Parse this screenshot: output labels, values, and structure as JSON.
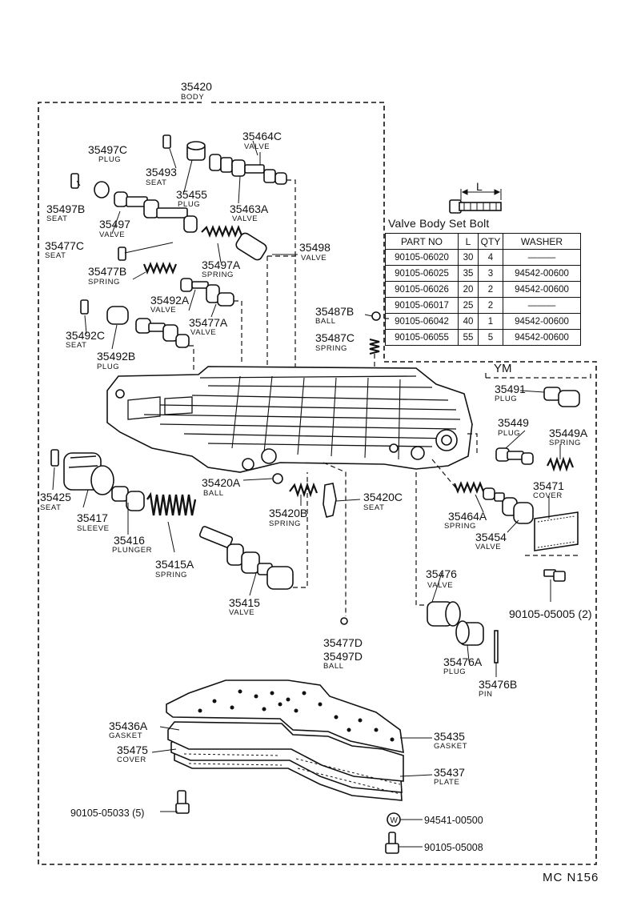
{
  "labels": {
    "body": {
      "pn": "35420",
      "nm": "BODY"
    },
    "p35464C": {
      "pn": "35464C",
      "nm": "VALVE"
    },
    "p35497C": {
      "pn": "35497C",
      "nm": "PLUG"
    },
    "p35493": {
      "pn": "35493",
      "nm": "SEAT"
    },
    "p35455": {
      "pn": "35455",
      "nm": "PLUG"
    },
    "p35463A": {
      "pn": "35463A",
      "nm": "VALVE"
    },
    "p35497B": {
      "pn": "35497B",
      "nm": "SEAT"
    },
    "p35497": {
      "pn": "35497",
      "nm": "VALVE"
    },
    "p35477C": {
      "pn": "35477C",
      "nm": "SEAT"
    },
    "p35498": {
      "pn": "35498",
      "nm": "VALVE"
    },
    "p35497A": {
      "pn": "35497A",
      "nm": "SPRING"
    },
    "p35477B": {
      "pn": "35477B",
      "nm": "SPRING"
    },
    "p35492A": {
      "pn": "35492A",
      "nm": "VALVE"
    },
    "p35477A": {
      "pn": "35477A",
      "nm": "VALVE"
    },
    "p35487B": {
      "pn": "35487B",
      "nm": "BALL"
    },
    "p35487C": {
      "pn": "35487C",
      "nm": "SPRING"
    },
    "p35492C": {
      "pn": "35492C",
      "nm": "SEAT"
    },
    "p35492B": {
      "pn": "35492B",
      "nm": "PLUG"
    },
    "p35491": {
      "pn": "35491",
      "nm": "PLUG"
    },
    "p35449": {
      "pn": "35449",
      "nm": "PLUG"
    },
    "p35449A": {
      "pn": "35449A",
      "nm": "SPRING"
    },
    "p35471": {
      "pn": "35471",
      "nm": "COVER"
    },
    "p35425": {
      "pn": "35425",
      "nm": "SEAT"
    },
    "p35417": {
      "pn": "35417",
      "nm": "SLEEVE"
    },
    "p35416": {
      "pn": "35416",
      "nm": "PLUNGER"
    },
    "p35415A": {
      "pn": "35415A",
      "nm": "SPRING"
    },
    "p35415": {
      "pn": "35415",
      "nm": "VALVE"
    },
    "p35420A": {
      "pn": "35420A",
      "nm": "BALL"
    },
    "p35420B": {
      "pn": "35420B",
      "nm": "SPRING"
    },
    "p35420C": {
      "pn": "35420C",
      "nm": "SEAT"
    },
    "p35464A": {
      "pn": "35464A",
      "nm": "SPRING"
    },
    "p35454": {
      "pn": "35454",
      "nm": "VALVE"
    },
    "p35476": {
      "pn": "35476",
      "nm": "VALVE"
    },
    "p35477D": {
      "pn": "35477D",
      "pn2": "35497D",
      "nm": "BALL"
    },
    "p35476A": {
      "pn": "35476A",
      "nm": "PLUG"
    },
    "p35476B": {
      "pn": "35476B",
      "nm": "PIN"
    },
    "p35436A": {
      "pn": "35436A",
      "nm": "GASKET"
    },
    "p35475": {
      "pn": "35475",
      "nm": "COVER"
    },
    "p35435": {
      "pn": "35435",
      "nm": "GASKET"
    },
    "p35437": {
      "pn": "35437",
      "nm": "PLATE"
    }
  },
  "refs": {
    "bolt_05005": "90105-05005 (2)",
    "bolt_05033": "90105-05033 (5)",
    "washer_00500": "94541-00500",
    "bolt_05008": "90105-05008",
    "ym": "YM",
    "dim_l": "L",
    "washer_symbol": "W",
    "footer": "MC N156"
  },
  "bolt_table": {
    "title": "Valve Body Set Bolt",
    "headers": [
      "PART NO",
      "L",
      "QTY",
      "WASHER"
    ],
    "rows": [
      [
        "90105-06020",
        "30",
        "4",
        "———"
      ],
      [
        "90105-06025",
        "35",
        "3",
        "94542-00600"
      ],
      [
        "90105-06026",
        "20",
        "2",
        "94542-00600"
      ],
      [
        "90105-06017",
        "25",
        "2",
        "———"
      ],
      [
        "90105-06042",
        "40",
        "1",
        "94542-00600"
      ],
      [
        "90105-06055",
        "55",
        "5",
        "94542-00600"
      ]
    ]
  }
}
